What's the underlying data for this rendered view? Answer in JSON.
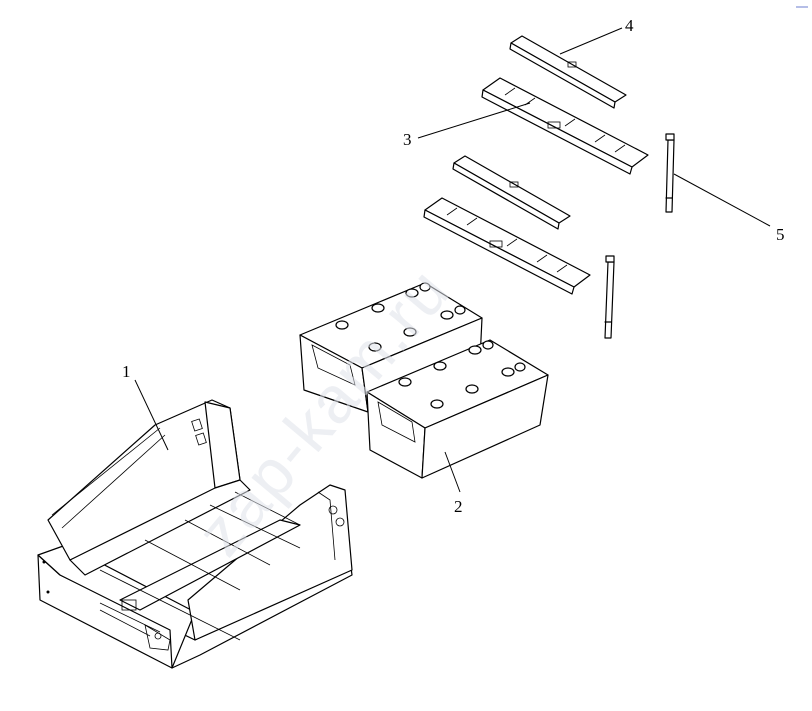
{
  "callouts": [
    {
      "label": "1",
      "part": "battery-box"
    },
    {
      "label": "2",
      "part": "battery"
    },
    {
      "label": "3",
      "part": "hold-down-frame"
    },
    {
      "label": "4",
      "part": "clamp-bar"
    },
    {
      "label": "5",
      "part": "tie-rod"
    }
  ],
  "watermark": "zap-kam.ru",
  "colors": {
    "line": "#000000",
    "background": "#ffffff",
    "watermark": "#dfe2ea"
  }
}
